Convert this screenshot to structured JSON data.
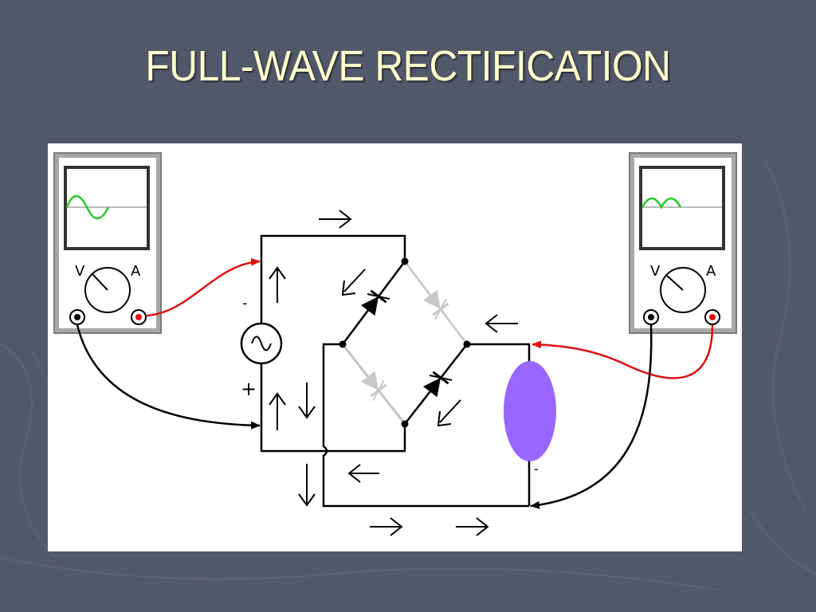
{
  "slide": {
    "title": "FULL-WAVE RECTIFICATION"
  },
  "meter_left": {
    "label_v": "V",
    "label_a": "A",
    "trace_color": "#22cc22",
    "trace_shape": "full-sine-cycle"
  },
  "meter_right": {
    "label_v": "V",
    "label_a": "A",
    "trace_color": "#22cc22",
    "trace_shape": "rectified-humps"
  },
  "source": {
    "top_polarity": "-",
    "bottom_polarity": "+",
    "symbol": "ac-sine"
  },
  "load": {
    "color": "#9966ff",
    "bottom_polarity": "-"
  },
  "colors": {
    "background": "#53576a",
    "title": "#ffffcc",
    "lead_red": "#e01010",
    "lead_black": "#000000",
    "diode_active": "#000000",
    "diode_inactive": "#c8c8c8"
  }
}
